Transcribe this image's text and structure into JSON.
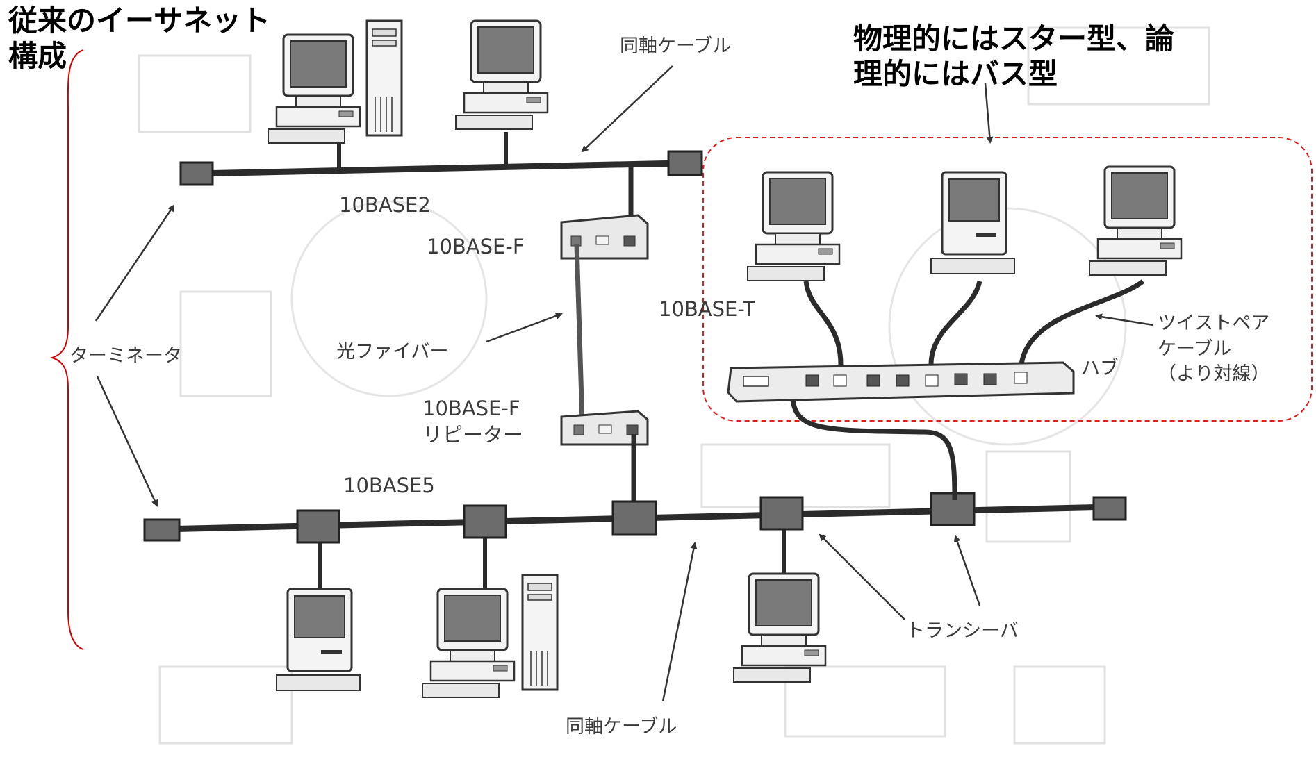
{
  "annotations": {
    "traditional": "従来のイーサネット\n構成",
    "star_bus": "物理的にはスター型、論\n理的にはバス型"
  },
  "labels": {
    "coax_top": "同軸ケーブル",
    "coax_bottom": "同軸ケーブル",
    "base2": "10BASE2",
    "basef": "10BASE-F",
    "fiber": "光ファイバー",
    "repeater": "10BASE-F\nリピーター",
    "base5": "10BASE5",
    "baset": "10BASE-T",
    "terminator": "ターミネータ",
    "hub": "ハブ",
    "twisted": "ツイストペア\nケーブル\n（より対線）",
    "transceiver": "トランシーバ"
  },
  "colors": {
    "annotation_bracket": "#d40000",
    "dashed_box": "#e21b1b",
    "cable": "#2b2b2b",
    "device": "#6c6c6c"
  }
}
